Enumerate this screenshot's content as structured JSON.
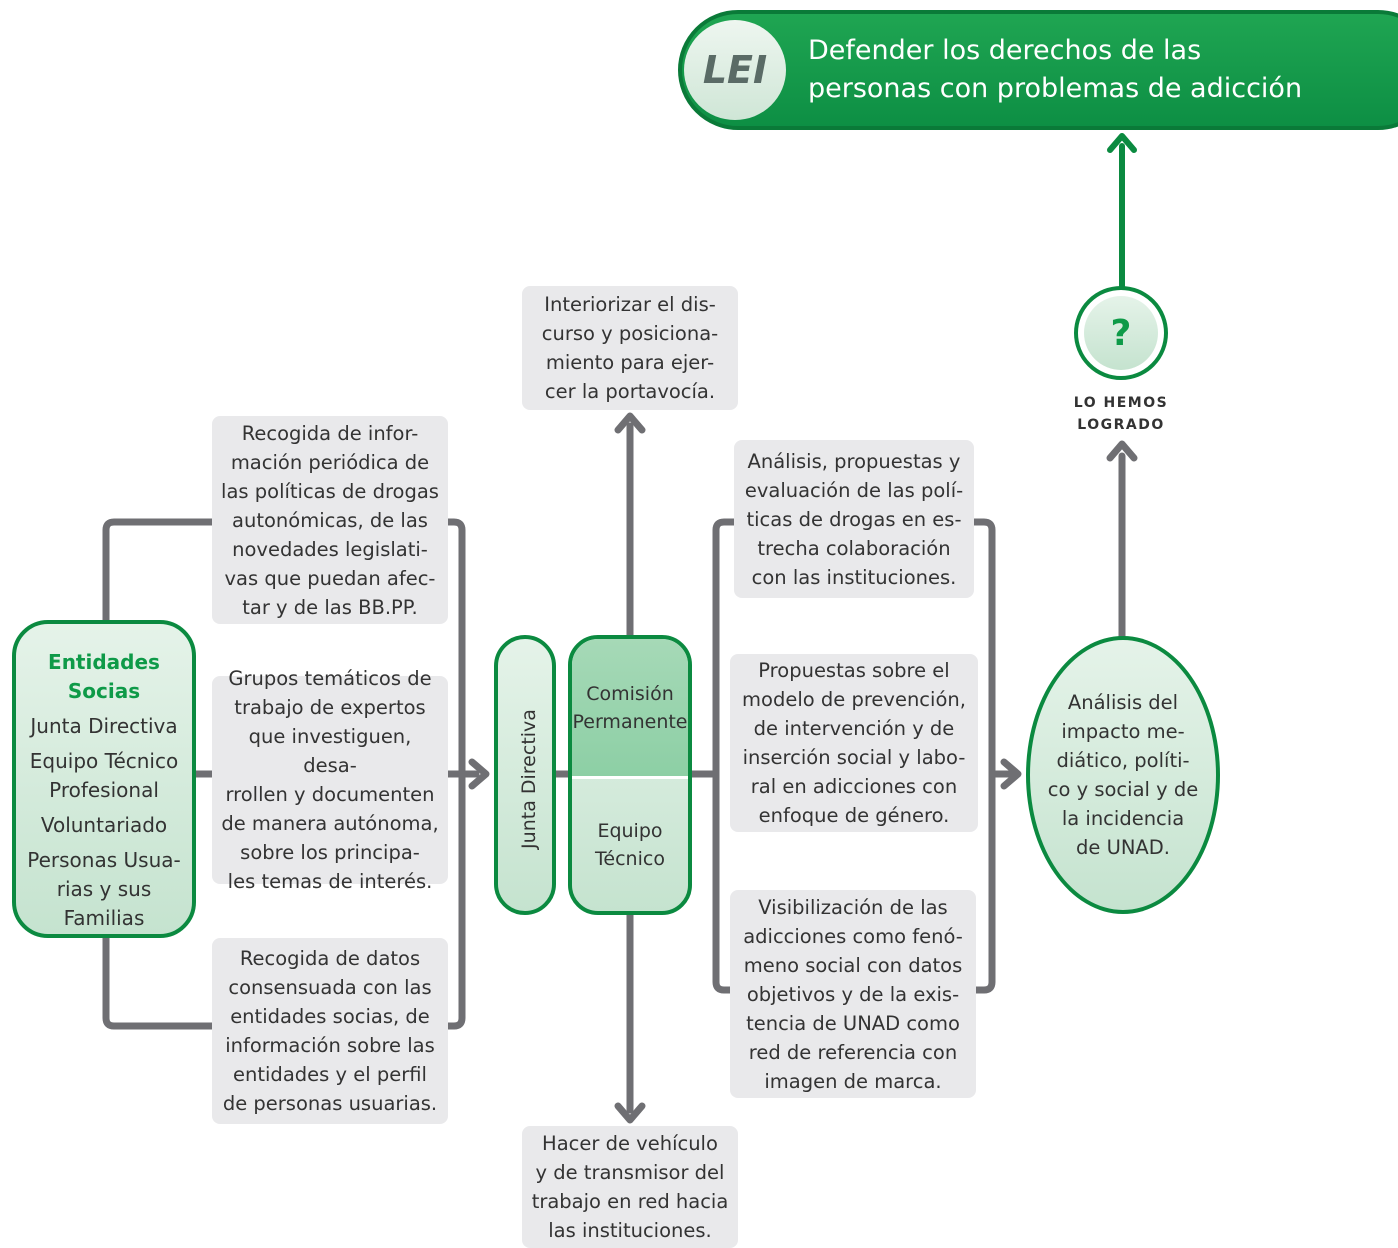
{
  "header": {
    "badge": "LEI",
    "title": "Defender los derechos de las\npersonas con problemas de adicción"
  },
  "entidades": {
    "title": "Entidades\nSocias",
    "items": [
      "Junta Directiva",
      "Equipo Técnico\nProfesional",
      "Voluntariado",
      "Personas Usua-\nrias y sus Familias"
    ]
  },
  "left_boxes": [
    "Recogida de infor-\nmación periódica de\nlas políticas de drogas\nautonómicas, de las\nnovedades legislati-\nvas que puedan afec-\ntar y de las BB.PP.",
    "Grupos temáticos de\ntrabajo de expertos\nque investiguen, desa-\nrrollen y documenten\nde manera autónoma,\nsobre los principa-\nles temas de interés.",
    "Recogida de datos\nconsensuada con las\nentidades socias, de\ninformación sobre las\nentidades y el perfil\nde personas usuarias."
  ],
  "junta": "Junta Directiva",
  "comision": {
    "top": "Comisión\nPermanente",
    "bottom": "Equipo\nTécnico"
  },
  "top_box": "Interiorizar el dis-\ncurso y posiciona-\nmiento para ejer-\ncer la portavocía.",
  "bottom_box": "Hacer de vehículo\ny de transmisor del\ntrabajo en red hacia\nlas instituciones.",
  "right_boxes": [
    "Análisis, propuestas y\nevaluación de las polí-\nticas de drogas en es-\ntrecha colaboración\ncon las instituciones.",
    "Propuestas sobre el\nmodelo de prevención,\nde intervención y de\ninserción social y labo-\nral en adicciones con\nenfoque de género.",
    "Visibilización de las\nadicciones como fenó-\nmeno social con datos\nobjetivos y de la exis-\ntencia de UNAD como\nred de referencia con\nimagen de marca."
  ],
  "impact": "Análisis del\nimpacto me-\ndiático, políti-\nco y social y de\nla incidencia\nde UNAD.",
  "question": {
    "symbol": "?",
    "label": "LO HEMOS\nLOGRADO"
  },
  "colors": {
    "green": "#0b8a40",
    "light_green": "#c5e3cf",
    "gray_line": "#6f6f73",
    "gray_box": "#e9e9eb"
  }
}
